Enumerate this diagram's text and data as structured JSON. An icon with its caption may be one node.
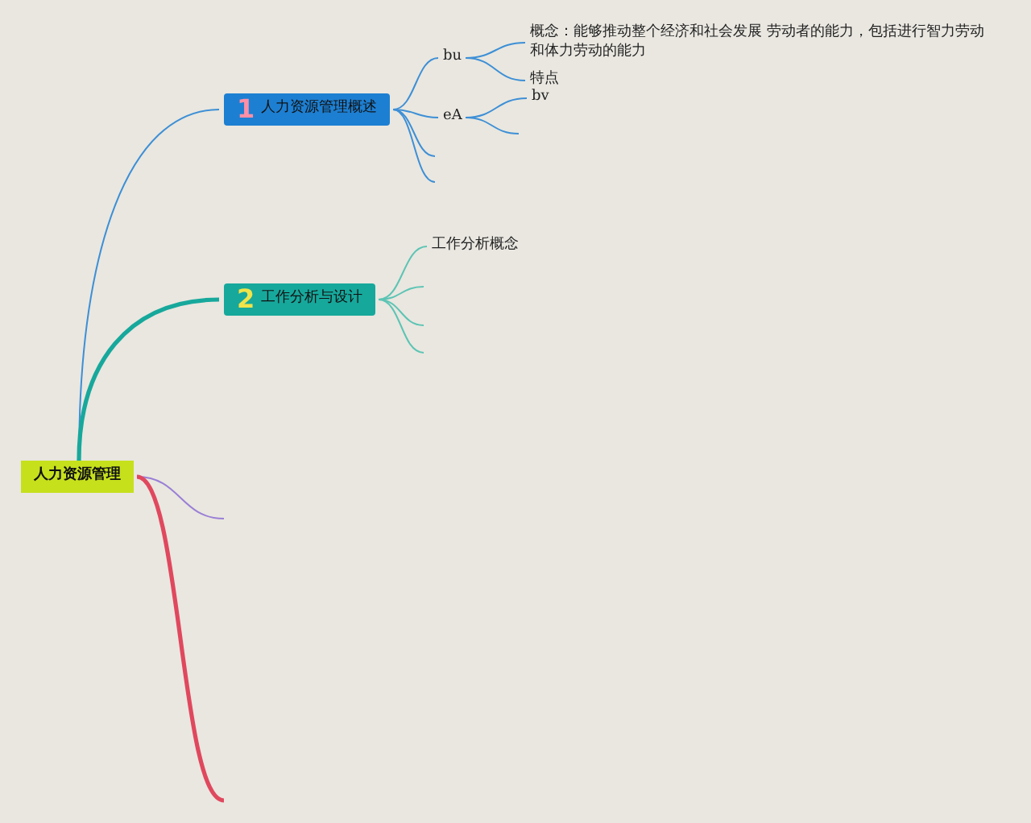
{
  "diagram": {
    "nodes": [
      {
        "text": [
          "人力资源管理"
        ]
      },
      {
        "text": [
          "1",
          "人力资源管理概述"
        ]
      },
      {
        "text": [
          "bu"
        ]
      },
      {
        "text": [
          "概念：能够推动整个经济和社会发展 劳动者的能力，包括进行智力劳动和体力劳动的能力"
        ]
      },
      {
        "text": [
          "特点"
        ]
      },
      {
        "text": [
          "eA"
        ]
      },
      {
        "text": [
          "bv"
        ]
      },
      {
        "text": [
          "2",
          "工作分析与设计"
        ]
      },
      {
        "text": [
          "工作分析概念"
        ]
      }
    ],
    "edges": [
      {
        "from": 0,
        "to": 1,
        "arrow": "none"
      },
      {
        "from": 1,
        "to": 2,
        "arrow": "none"
      },
      {
        "from": 2,
        "to": 3,
        "arrow": "none"
      },
      {
        "from": 2,
        "to": 4,
        "arrow": "none"
      },
      {
        "from": 1,
        "to": 5,
        "arrow": "none"
      },
      {
        "from": 5,
        "to": 6,
        "arrow": "none"
      },
      {
        "from": 5,
        "to": null,
        "arrow": "none"
      },
      {
        "from": 1,
        "to": null,
        "arrow": "none"
      },
      {
        "from": 1,
        "to": null,
        "arrow": "none"
      },
      {
        "from": 0,
        "to": 7,
        "arrow": "none",
        "style": "thick",
        "color": "#17a89c"
      },
      {
        "from": 7,
        "to": 8,
        "arrow": "none",
        "color": "#5cc4b4"
      },
      {
        "from": 7,
        "to": null,
        "arrow": "none",
        "color": "#5cc4b4"
      },
      {
        "from": 7,
        "to": null,
        "arrow": "none",
        "color": "#5cc4b4"
      },
      {
        "from": 7,
        "to": null,
        "arrow": "none",
        "color": "#5cc4b4"
      },
      {
        "from": 0,
        "to": null,
        "arrow": "none",
        "color": "#9a7fd6"
      },
      {
        "from": 0,
        "to": null,
        "arrow": "none",
        "style": "thick",
        "color": "#e0485e"
      }
    ]
  }
}
